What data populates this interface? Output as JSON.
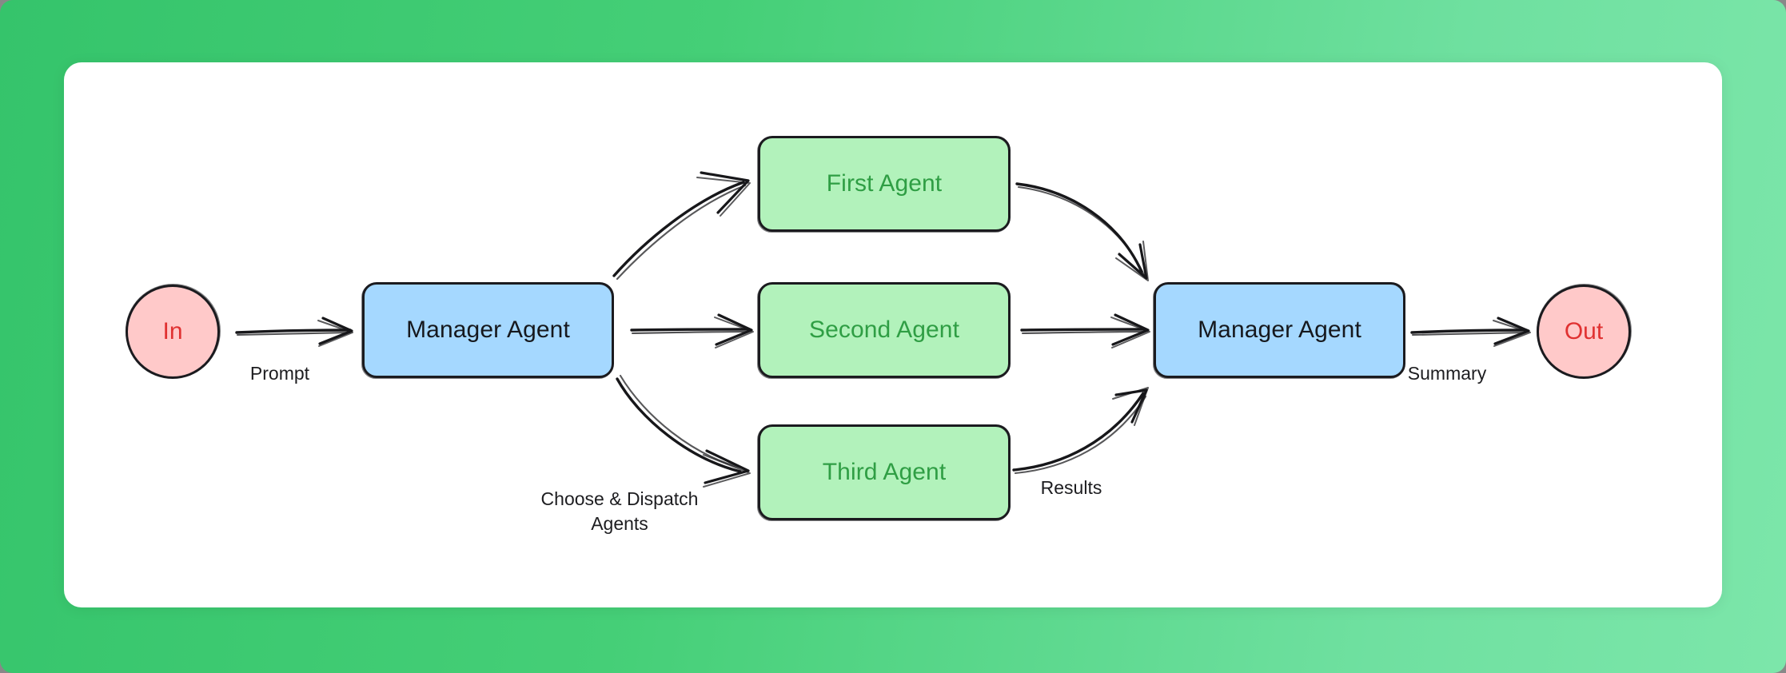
{
  "canvas": {
    "background_gradient_from": "#35c46b",
    "background_gradient_to": "#7ce6aa",
    "card_background": "#ffffff"
  },
  "palette": {
    "manager_fill": "#a5d8ff",
    "manager_text": "#16181d",
    "agent_fill": "#b2f2bb",
    "agent_text": "#2f9e44",
    "terminal_fill": "#ffc9c9",
    "terminal_text": "#e03131",
    "stroke": "#1b1b1f"
  },
  "diagram": {
    "type": "flowchart",
    "nodes": [
      {
        "id": "in",
        "label": "In",
        "shape": "circle",
        "role": "terminal"
      },
      {
        "id": "manager-left",
        "label": "Manager Agent",
        "shape": "rounded-rect",
        "role": "manager"
      },
      {
        "id": "first-agent",
        "label": "First Agent",
        "shape": "rounded-rect",
        "role": "agent"
      },
      {
        "id": "second-agent",
        "label": "Second Agent",
        "shape": "rounded-rect",
        "role": "agent"
      },
      {
        "id": "third-agent",
        "label": "Third Agent",
        "shape": "rounded-rect",
        "role": "agent"
      },
      {
        "id": "manager-right",
        "label": "Manager Agent",
        "shape": "rounded-rect",
        "role": "manager"
      },
      {
        "id": "out",
        "label": "Out",
        "shape": "circle",
        "role": "terminal"
      }
    ],
    "edges": [
      {
        "from": "in",
        "to": "manager-left",
        "label": "Prompt",
        "style": "straight"
      },
      {
        "from": "manager-left",
        "to": "first-agent",
        "label": "",
        "style": "curved-up"
      },
      {
        "from": "manager-left",
        "to": "second-agent",
        "label": "",
        "style": "straight"
      },
      {
        "from": "manager-left",
        "to": "third-agent",
        "label": "Choose & Dispatch\nAgents",
        "style": "curved-down"
      },
      {
        "from": "first-agent",
        "to": "manager-right",
        "label": "",
        "style": "curved-down"
      },
      {
        "from": "second-agent",
        "to": "manager-right",
        "label": "",
        "style": "straight"
      },
      {
        "from": "third-agent",
        "to": "manager-right",
        "label": "Results",
        "style": "curved-up"
      },
      {
        "from": "manager-right",
        "to": "out",
        "label": "Summary",
        "style": "straight"
      }
    ],
    "edge_labels": {
      "prompt": "Prompt",
      "choose_dispatch": "Choose & Dispatch\nAgents",
      "results": "Results",
      "summary": "Summary"
    }
  }
}
